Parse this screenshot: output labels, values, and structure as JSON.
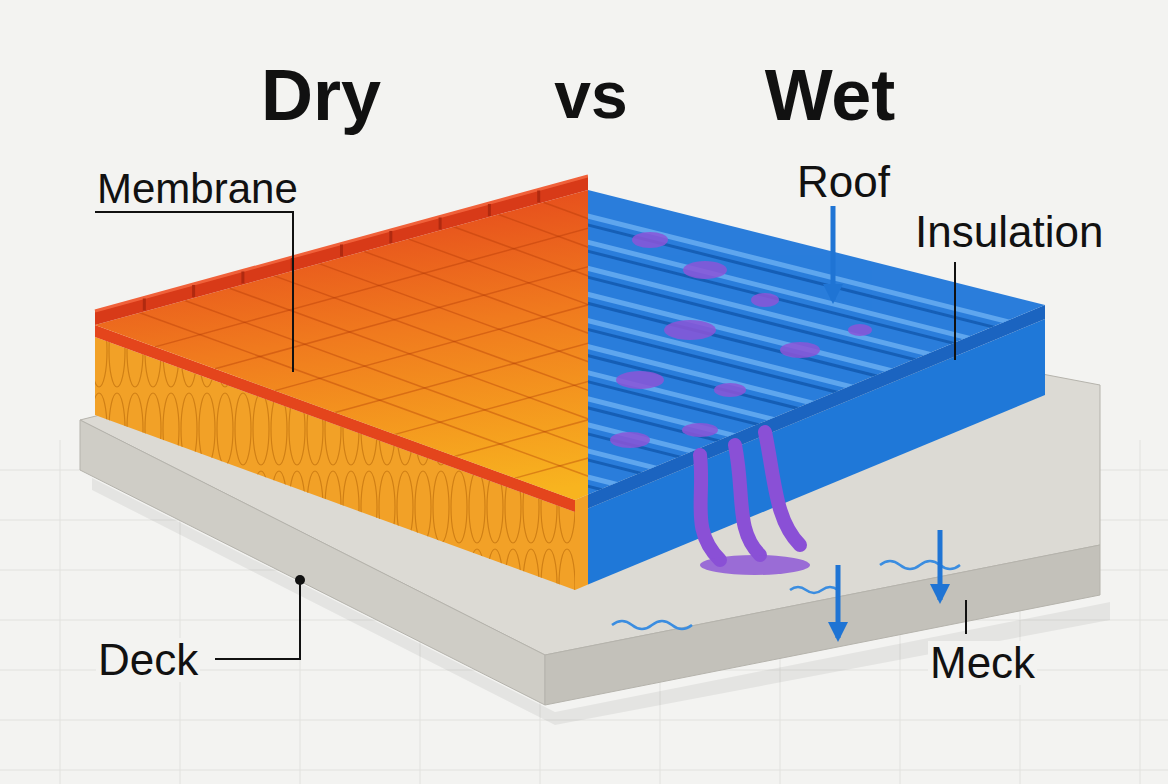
{
  "diagram": {
    "labels": [
      "Dry",
      "vs",
      "Wet",
      "Membrane",
      "Roof",
      "Insulation",
      "Deck",
      "Meck"
    ]
  }
}
